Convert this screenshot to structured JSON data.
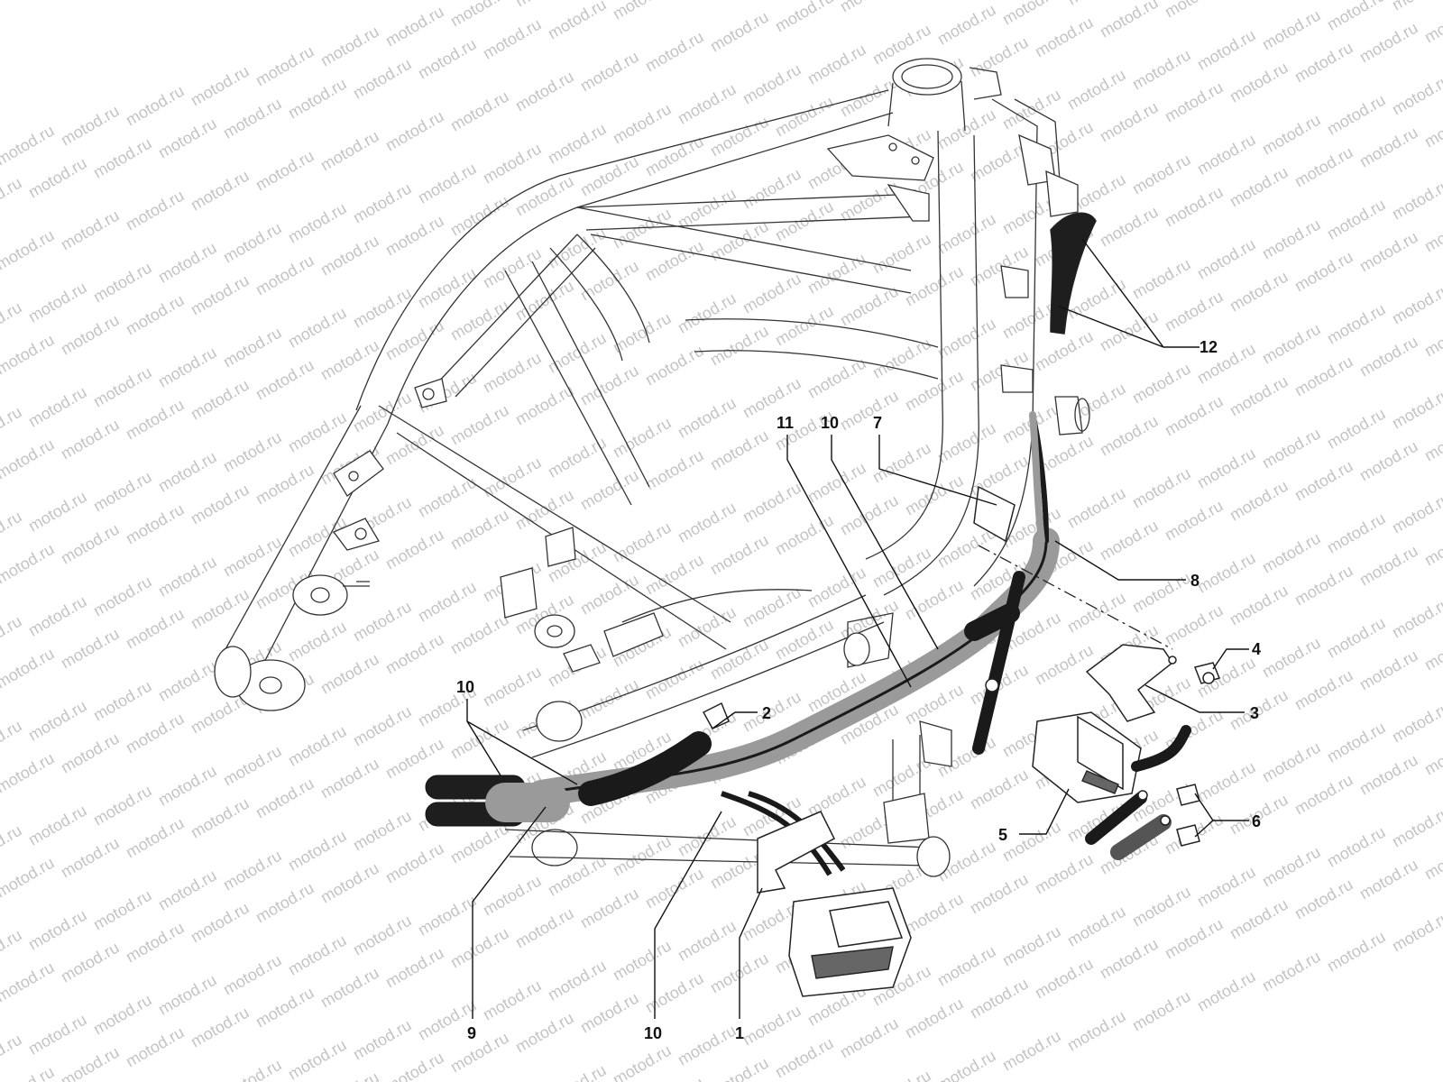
{
  "watermark": {
    "text": "motod.ru",
    "color": "#c4c4c4"
  },
  "callouts": [
    {
      "id": "c1",
      "label": "1"
    },
    {
      "id": "c2",
      "label": "2"
    },
    {
      "id": "c3",
      "label": "3"
    },
    {
      "id": "c4",
      "label": "4"
    },
    {
      "id": "c5",
      "label": "5"
    },
    {
      "id": "c6",
      "label": "6"
    },
    {
      "id": "c7",
      "label": "7"
    },
    {
      "id": "c8",
      "label": "8"
    },
    {
      "id": "c9",
      "label": "9"
    },
    {
      "id": "c10a",
      "label": "10"
    },
    {
      "id": "c10b",
      "label": "10"
    },
    {
      "id": "c10c",
      "label": "10"
    },
    {
      "id": "c11",
      "label": "11"
    },
    {
      "id": "c12",
      "label": "12"
    }
  ],
  "icons": {
    "frame": "motorcycle-frame-icon",
    "harness": "wiring-harness-icon",
    "regulator": "voltage-regulator-icon",
    "relay": "starter-relay-icon"
  }
}
